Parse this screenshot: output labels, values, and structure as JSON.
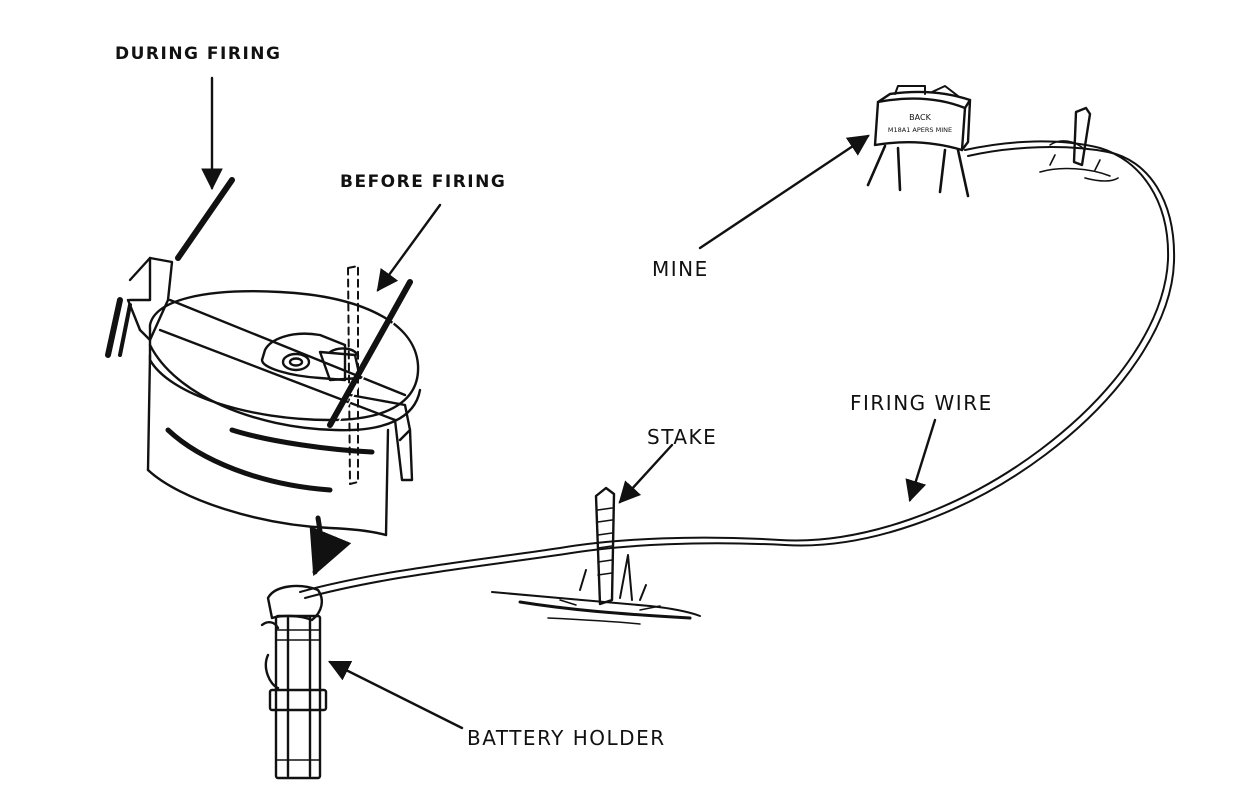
{
  "labels": {
    "during_firing": "DURING FIRING",
    "before_firing": "BEFORE FIRING",
    "mine": "MINE",
    "stake": "STAKE",
    "firing_wire": "FIRING WIRE",
    "battery_holder": "BATTERY HOLDER"
  },
  "mine_face_text": {
    "line1": "BACK",
    "line2": "M18A1 APERS MINE"
  },
  "colors": {
    "ink": "#111111",
    "background": "#ffffff"
  }
}
